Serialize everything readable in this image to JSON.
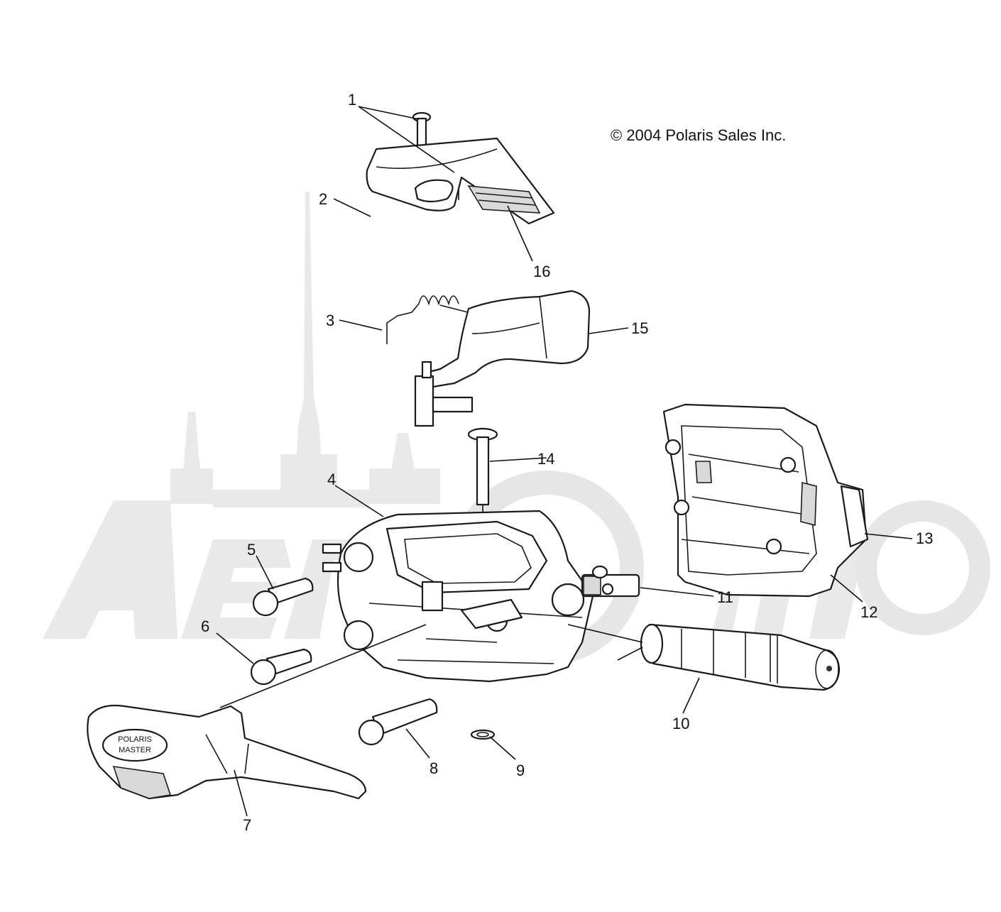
{
  "copyright": "© 2004 Polaris Sales Inc.",
  "watermark": {
    "text": "AeroMoto"
  },
  "callouts": [
    {
      "id": "1",
      "label": "1"
    },
    {
      "id": "2",
      "label": "2"
    },
    {
      "id": "3",
      "label": "3"
    },
    {
      "id": "4",
      "label": "4"
    },
    {
      "id": "5",
      "label": "5"
    },
    {
      "id": "6",
      "label": "6"
    },
    {
      "id": "7",
      "label": "7"
    },
    {
      "id": "8",
      "label": "8"
    },
    {
      "id": "9",
      "label": "9"
    },
    {
      "id": "10",
      "label": "10"
    },
    {
      "id": "11",
      "label": "11"
    },
    {
      "id": "12",
      "label": "12"
    },
    {
      "id": "13",
      "label": "13"
    },
    {
      "id": "14",
      "label": "14"
    },
    {
      "id": "15",
      "label": "15"
    },
    {
      "id": "16",
      "label": "16"
    }
  ],
  "lever_logo": {
    "line1": "POLARIS",
    "line2": "MASTER"
  },
  "colors": {
    "line": "#1a1a1a",
    "watermark": "#e9e9e9",
    "background": "#ffffff"
  }
}
